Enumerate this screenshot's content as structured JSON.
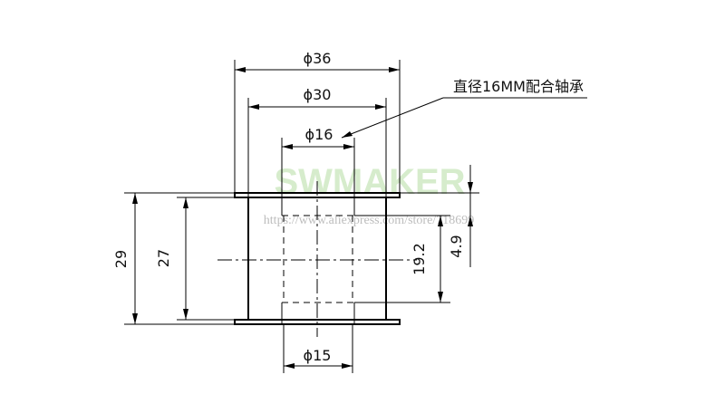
{
  "watermark": {
    "brand": "SWMAKER",
    "url": "https://www.aliexpress.com/store/718699"
  },
  "note": {
    "text": "直径16MM配合轴承"
  },
  "dimensions": {
    "outer_flange_dia": "ϕ36",
    "body_dia": "ϕ30",
    "top_bore_dia": "ϕ16",
    "bottom_bore_dia": "ϕ15",
    "total_height": "29",
    "body_height": "27",
    "inner_depth": "19.2",
    "counterbore_depth": "4.9"
  },
  "colors": {
    "line": "#000000",
    "watermark_green": "#cfe9c4",
    "watermark_gray": "#bdbdbd"
  }
}
